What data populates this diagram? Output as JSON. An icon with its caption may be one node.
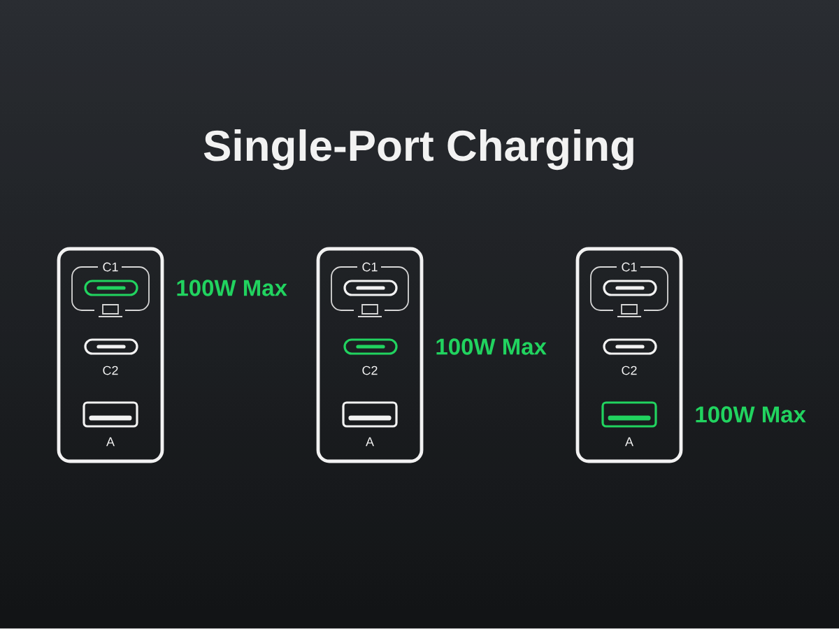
{
  "diagram": {
    "title": "Single-Port Charging",
    "nodes": [
      {
        "text": [],
        "shape": "box"
      },
      {
        "text": [
          "C1"
        ],
        "in": 0,
        "beside": [
          "100W Max"
        ]
      },
      {
        "text": [
          "C2"
        ],
        "in": 0
      },
      {
        "text": [
          "A"
        ],
        "in": 0
      },
      {
        "text": [],
        "shape": "box"
      },
      {
        "text": [
          "C1"
        ],
        "in": 4
      },
      {
        "text": [
          "C2"
        ],
        "in": 4,
        "beside": [
          "100W Max"
        ]
      },
      {
        "text": [
          "A"
        ],
        "in": 4
      },
      {
        "text": [],
        "shape": "box"
      },
      {
        "text": [
          "C1"
        ],
        "in": 8
      },
      {
        "text": [
          "C2"
        ],
        "in": 8
      },
      {
        "text": [
          "A"
        ],
        "in": 8,
        "beside": [
          "100W Max"
        ]
      }
    ]
  }
}
